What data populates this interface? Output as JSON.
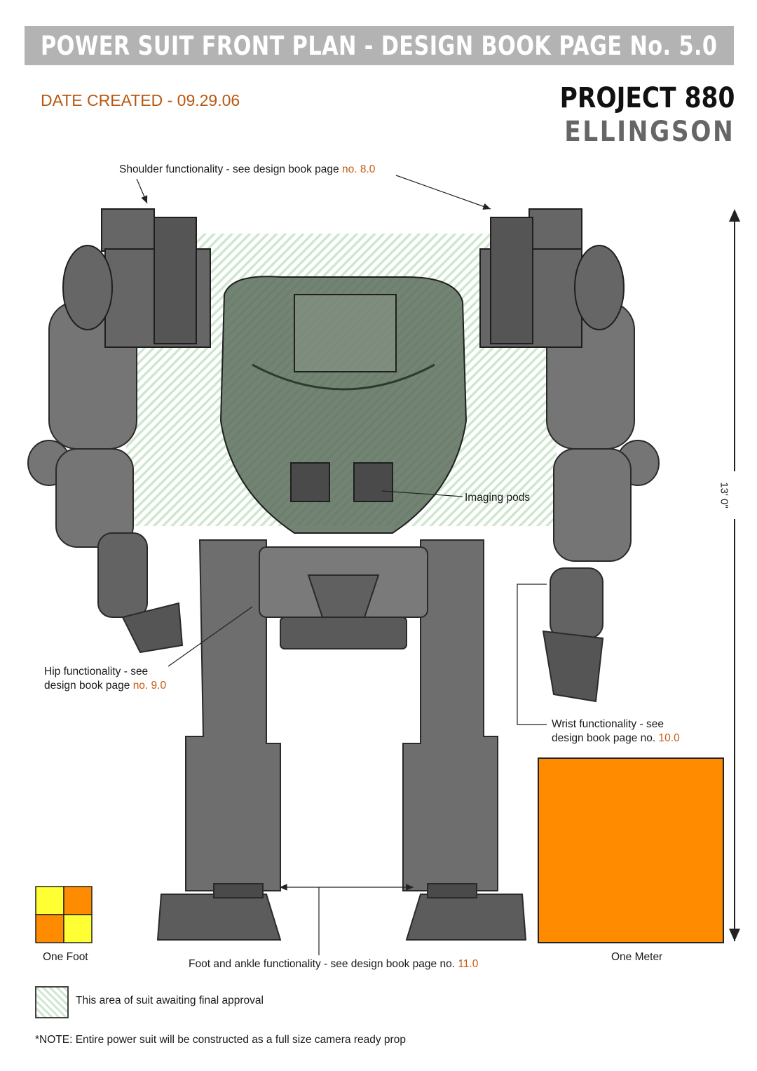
{
  "header": {
    "title": "POWER SUIT FRONT PLAN - DESIGN BOOK PAGE No. 5.0",
    "date_created": "DATE CREATED - 09.29.06",
    "project": "PROJECT 880",
    "author": "ELLINGSON"
  },
  "annotations": {
    "shoulder": {
      "text": "Shoulder functionality - see design book page ",
      "ref": "no. 8.0"
    },
    "imaging": {
      "text": "Imaging pods"
    },
    "hip": {
      "line1": "Hip functionality - see",
      "line2": "design book page ",
      "ref": "no. 9.0"
    },
    "wrist": {
      "line1": "Wrist functionality - see",
      "line2": "design book page no. ",
      "ref": "10.0"
    },
    "foot": {
      "text": "Foot and ankle functionality - see design book page no. ",
      "ref": "11.0"
    },
    "height": "13' 0\""
  },
  "scale": {
    "one_foot": "One Foot",
    "one_meter": "One Meter"
  },
  "legend": {
    "approval": "This area of suit awaiting final approval"
  },
  "note": "*NOTE: Entire power suit will be constructed as a full size camera ready prop",
  "colors": {
    "banner": "#b3b3b3",
    "accent_orange": "#ff8c00",
    "scale_yellow": "#ffff33",
    "date_text": "#b8570f",
    "ref_text": "#c55b12",
    "hatch_green": "#cfe6cf",
    "robot_gray": "#6a6a6a"
  }
}
